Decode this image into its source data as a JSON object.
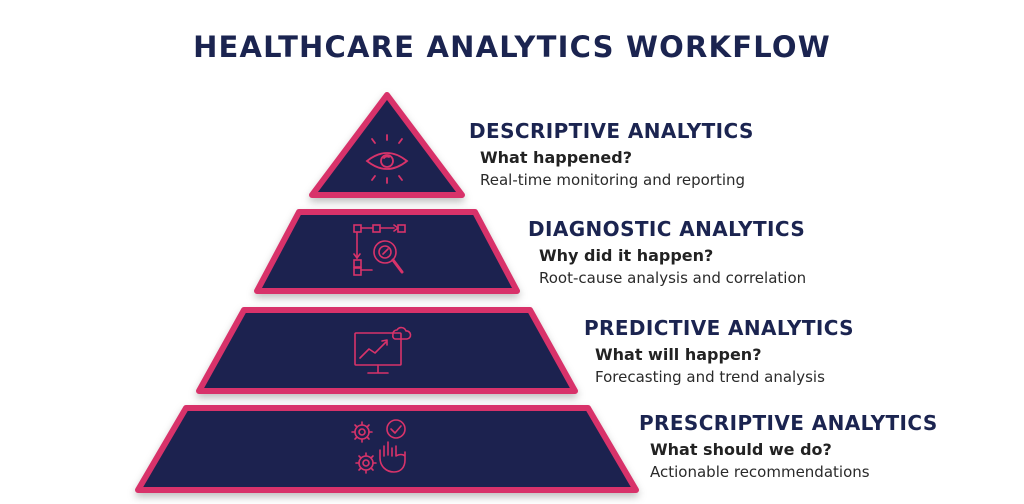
{
  "title": "HEALTHCARE ANALYTICS WORKFLOW",
  "colors": {
    "navy": "#1b2450",
    "accent": "#d8336a",
    "text": "#222222",
    "background": "#ffffff"
  },
  "tiers": [
    {
      "heading": "DESCRIPTIVE ANALYTICS",
      "question": "What happened?",
      "description": "Real-time monitoring and reporting",
      "icon": "eye-icon"
    },
    {
      "heading": "DIAGNOSTIC ANALYTICS",
      "question": "Why did it happen?",
      "description": "Root-cause analysis and correlation",
      "icon": "flow-magnifier-icon"
    },
    {
      "heading": "PREDICTIVE ANALYTICS",
      "question": "What will happen?",
      "description": "Forecasting and trend analysis",
      "icon": "monitor-trend-cloud-icon"
    },
    {
      "heading": "PRESCRIPTIVE ANALYTICS",
      "question": "What should we do?",
      "description": "Actionable recommendations",
      "icon": "gears-hand-check-icon"
    }
  ]
}
